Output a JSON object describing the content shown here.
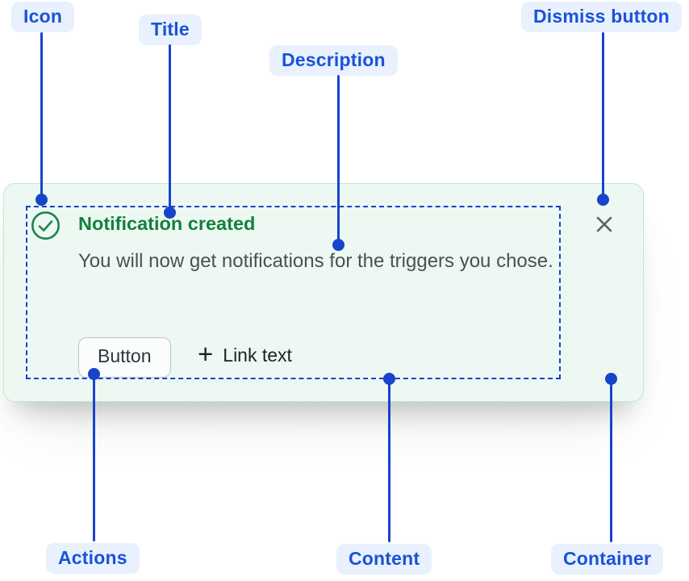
{
  "annotations": {
    "icon": "Icon",
    "title": "Title",
    "description": "Description",
    "dismiss": "Dismiss button",
    "actions": "Actions",
    "content": "Content",
    "container": "Container"
  },
  "flag": {
    "title": "Notification created",
    "description": "You will now get notifications for the triggers you chose.",
    "button_label": "Button",
    "link_plus": "+",
    "link_label": "Link text"
  },
  "icons": {
    "status": "success-check-circle-icon",
    "dismiss": "close-icon"
  },
  "colors": {
    "annotation_blue": "#1644CB",
    "annotation_text_blue": "#1B52D8",
    "annotation_pill_bg": "#E8F1FD",
    "success_green_title": "#15803D",
    "success_green_icon": "#1E8449",
    "card_bg": "#EDF8F2",
    "card_border": "#C2E6D0",
    "description_gray": "#4A5056",
    "dismiss_gray": "#5B6168",
    "button_border": "#BCC2CA"
  }
}
